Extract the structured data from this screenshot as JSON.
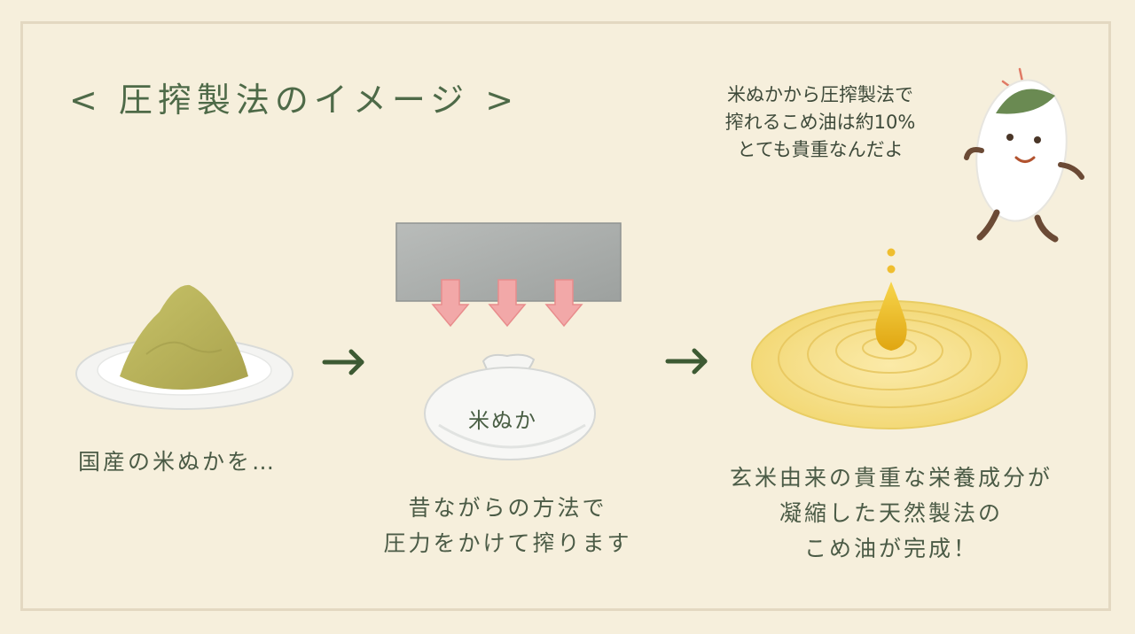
{
  "title": "< 圧搾製法のイメージ >",
  "speech": {
    "lines": [
      "米ぬかから圧搾製法で",
      "搾れるこめ油は約10%",
      "とても貴重なんだよ"
    ]
  },
  "bag_label": "米ぬか",
  "captions": {
    "step1": [
      "国産の米ぬかを…"
    ],
    "step2": [
      "昔ながらの方法で",
      "圧力をかけて搾ります"
    ],
    "step3": [
      "玄米由来の貴重な栄養成分が",
      "凝縮した天然製法の",
      "こめ油が完成！"
    ]
  },
  "icons": [
    "arrow-right-icon",
    "arrow-down-icon",
    "rice-mascot",
    "oil-drop-icon"
  ],
  "colors": {
    "background": "#f6efdc",
    "frame": "#e3d8c1",
    "text_green": "#4e6a48",
    "arrow_green": "#3d5a33",
    "press_arrow": "#f0a3a3",
    "oil": "#f2d777"
  }
}
